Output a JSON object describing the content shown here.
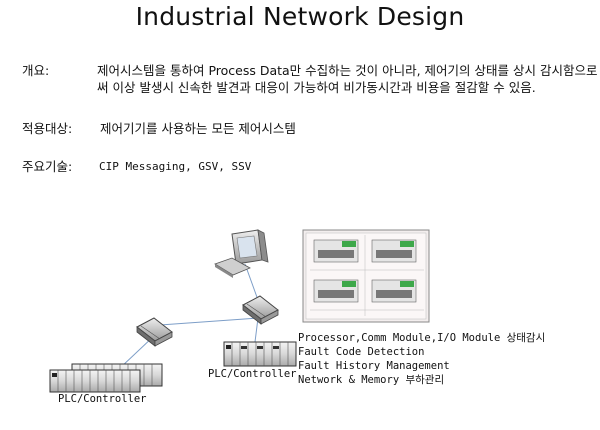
{
  "title": "Industrial Network Design",
  "overview": {
    "label": "개요:",
    "text": "제어시스템을 통하여 Process Data만 수집하는 것이 아니라, 제어기의 상태를 상시 감시함으로써 이상 발생시 신속한 발견과 대응이 가능하여 비가동시간과 비용을 절감할 수 있음."
  },
  "target": {
    "label": "적용대상:",
    "text": "제어기기를 사용하는 모든 제어시스템"
  },
  "tech": {
    "label": "주요기술:",
    "text": "CIP Messaging, GSV, SSV"
  },
  "diagram": {
    "plc_label_left": "PLC/Controller",
    "plc_label_right": "PLC/Controller",
    "features": [
      "Processor,Comm Module,I/O Module 상태감시",
      "Fault Code Detection",
      "Fault History Management",
      "Network & Memory 부하관리"
    ],
    "icons": [
      "computer-icon",
      "switch-icon",
      "plc-rack-icon",
      "hmi-screen-icon"
    ]
  }
}
